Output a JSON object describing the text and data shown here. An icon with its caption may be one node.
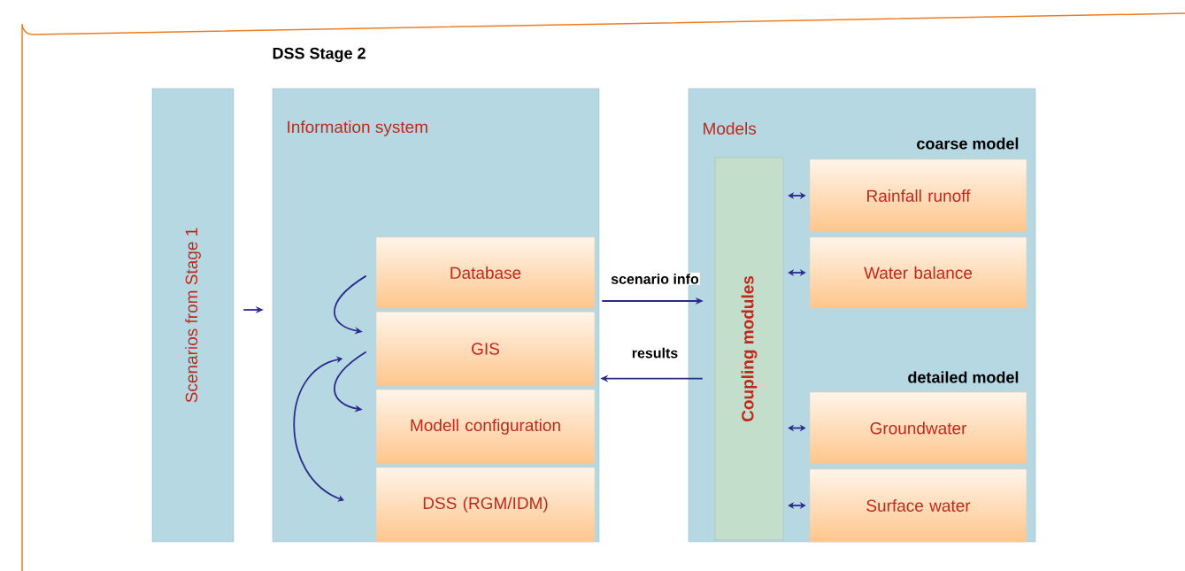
{
  "diagram": {
    "title": "DSS Stage 2",
    "nodes": [
      {
        "text": [
          "Scenarios from Stage 1"
        ]
      },
      {
        "text": [
          "Information system"
        ]
      },
      {
        "text": [
          "Database"
        ],
        "in": 1
      },
      {
        "text": [
          "GIS"
        ],
        "in": 1
      },
      {
        "text": [
          "Modell configuration"
        ],
        "in": 1
      },
      {
        "text": [
          "DSS (RGM/IDM)"
        ],
        "in": 1
      },
      {
        "text": [
          "Models"
        ]
      },
      {
        "text": [
          "Coupling modules"
        ],
        "in": 6
      },
      {
        "text": [
          "Rainfall runoff"
        ],
        "in": 6
      },
      {
        "text": [
          "Water balance"
        ],
        "in": 6
      },
      {
        "text": [
          "Groundwater"
        ],
        "in": 6
      },
      {
        "text": [
          "Surface water"
        ],
        "in": 6
      }
    ],
    "edges": [
      {
        "from": 0,
        "to": 1,
        "arrow": "to"
      },
      {
        "from": 2,
        "to": 3,
        "arrow": "to"
      },
      {
        "from": 3,
        "to": 4,
        "arrow": "to"
      },
      {
        "from": 3,
        "to": 5,
        "arrow": "both"
      },
      {
        "from": 2,
        "to": 7,
        "arrow": "to",
        "label": "scenario info"
      },
      {
        "from": 7,
        "to": 3,
        "arrow": "to",
        "label": "results"
      },
      {
        "from": 7,
        "to": 8,
        "arrow": "both"
      },
      {
        "from": 7,
        "to": 9,
        "arrow": "both"
      },
      {
        "from": 7,
        "to": 10,
        "arrow": "both"
      },
      {
        "from": 7,
        "to": 11,
        "arrow": "both"
      }
    ],
    "labels": [
      "coarse model",
      "detailed model"
    ]
  }
}
